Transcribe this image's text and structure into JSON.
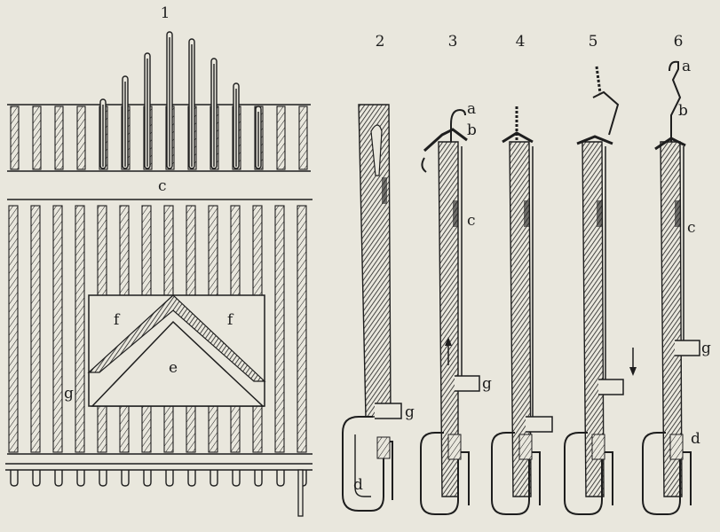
{
  "figure_numbers": [
    "1",
    "2",
    "3",
    "4",
    "5",
    "6"
  ],
  "labels": {
    "a": "a",
    "b": "b",
    "c": "c",
    "d": "d",
    "e": "e",
    "f": "f",
    "g": "g"
  },
  "colors": {
    "ink": "#1e1e1e",
    "paper": "#e9e7dd"
  },
  "arrows": {
    "fig3": "up",
    "fig5": "down"
  }
}
